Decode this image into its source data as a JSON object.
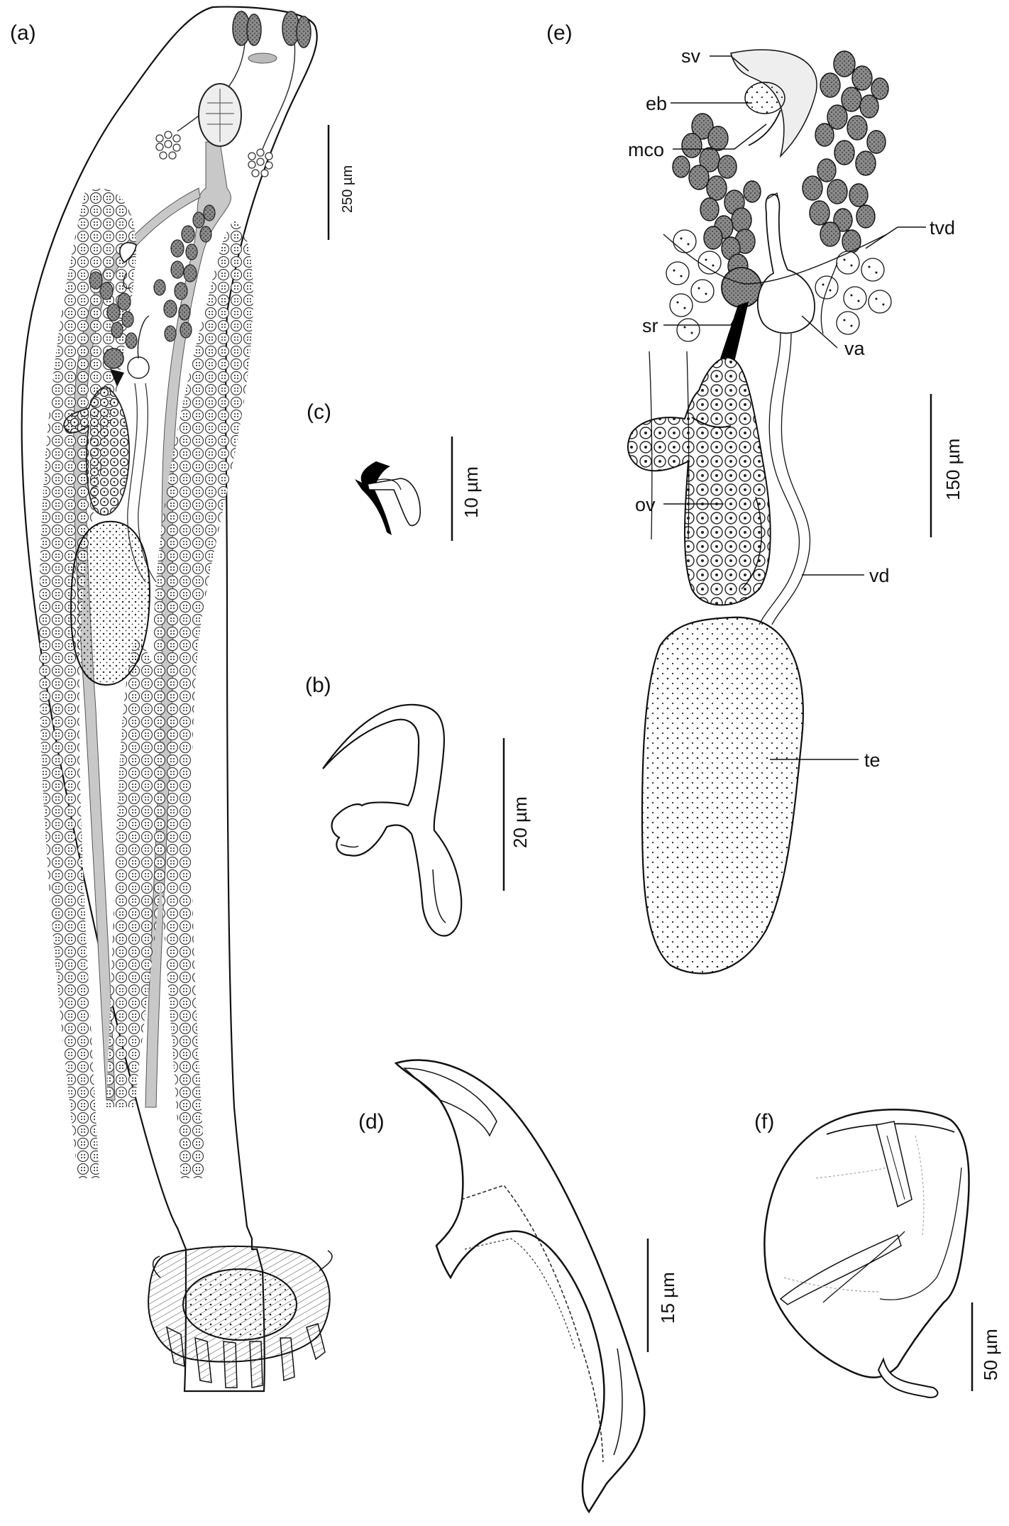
{
  "figure": {
    "panels": [
      {
        "id": "a",
        "label": "(a)",
        "scale": "250 µm"
      },
      {
        "id": "b",
        "label": "(b)",
        "scale": "20 µm"
      },
      {
        "id": "c",
        "label": "(c)",
        "scale": "10 µm"
      },
      {
        "id": "d",
        "label": "(d)",
        "scale": "15 µm"
      },
      {
        "id": "e",
        "label": "(e)",
        "scale": "150 µm"
      },
      {
        "id": "f",
        "label": "(f)",
        "scale": "50 µm"
      }
    ],
    "annotations": {
      "sv": "sv",
      "eb": "eb",
      "mco": "mco",
      "tvd": "tvd",
      "sr": "sr",
      "va": "va",
      "ov": "ov",
      "vd": "vd",
      "te": "te"
    }
  }
}
